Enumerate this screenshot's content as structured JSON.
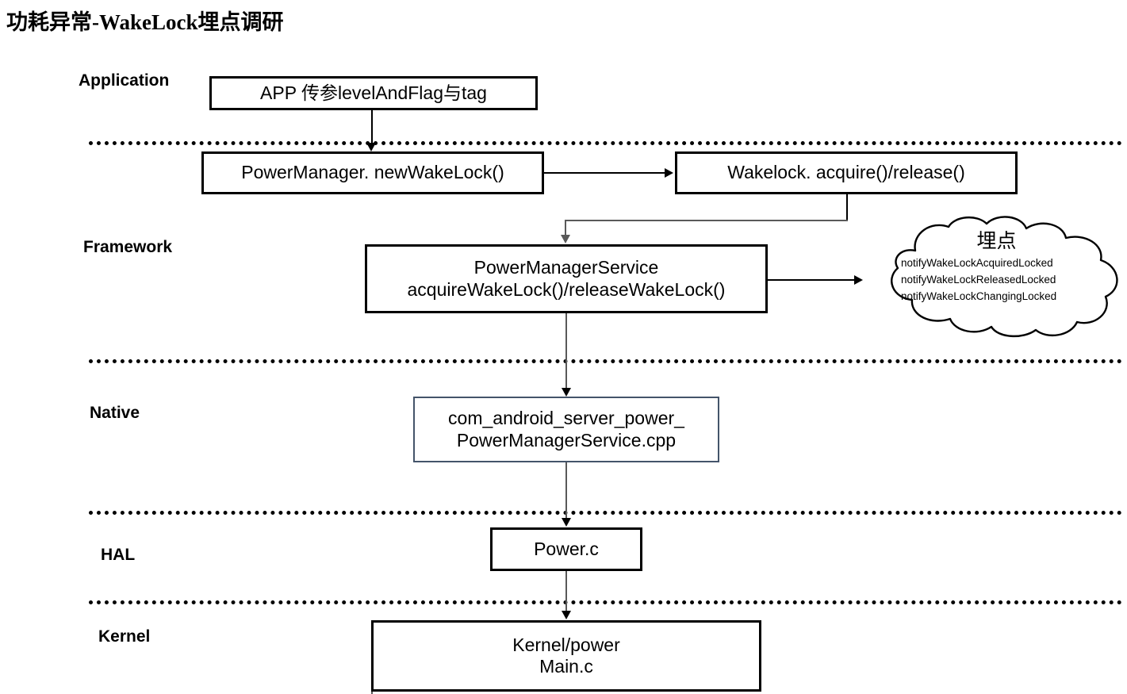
{
  "title": "功耗异常-WakeLock埋点调研",
  "layers": [
    {
      "id": "application",
      "label": "Application"
    },
    {
      "id": "framework",
      "label": "Framework"
    },
    {
      "id": "native",
      "label": "Native"
    },
    {
      "id": "hal",
      "label": "HAL"
    },
    {
      "id": "kernel",
      "label": "Kernel"
    }
  ],
  "boxes": {
    "app": {
      "label": "APP 传参levelAndFlag与tag"
    },
    "power_manager": {
      "label": "PowerManager. newWakeLock()"
    },
    "wakelock": {
      "label": "Wakelock. acquire()/release()"
    },
    "pms": {
      "label": "PowerManagerService\nacquireWakeLock()/releaseWakeLock()"
    },
    "native_cpp": {
      "label": "com_android_server_power_\nPowerManagerService.cpp"
    },
    "hal_power": {
      "label": "Power.c"
    },
    "kernel_power": {
      "label": "Kernel/power\nMain.c"
    }
  },
  "cloud": {
    "title": "埋点",
    "methods": "notifyWakeLockAcquiredLocked\nnotifyWakeLockReleasedLocked\nnotifyWakeLockChangingLocked"
  },
  "colors": {
    "stroke": "#000000",
    "native_border": "#44546A",
    "connector_gray": "#595959",
    "background": "#FFFFFF"
  }
}
